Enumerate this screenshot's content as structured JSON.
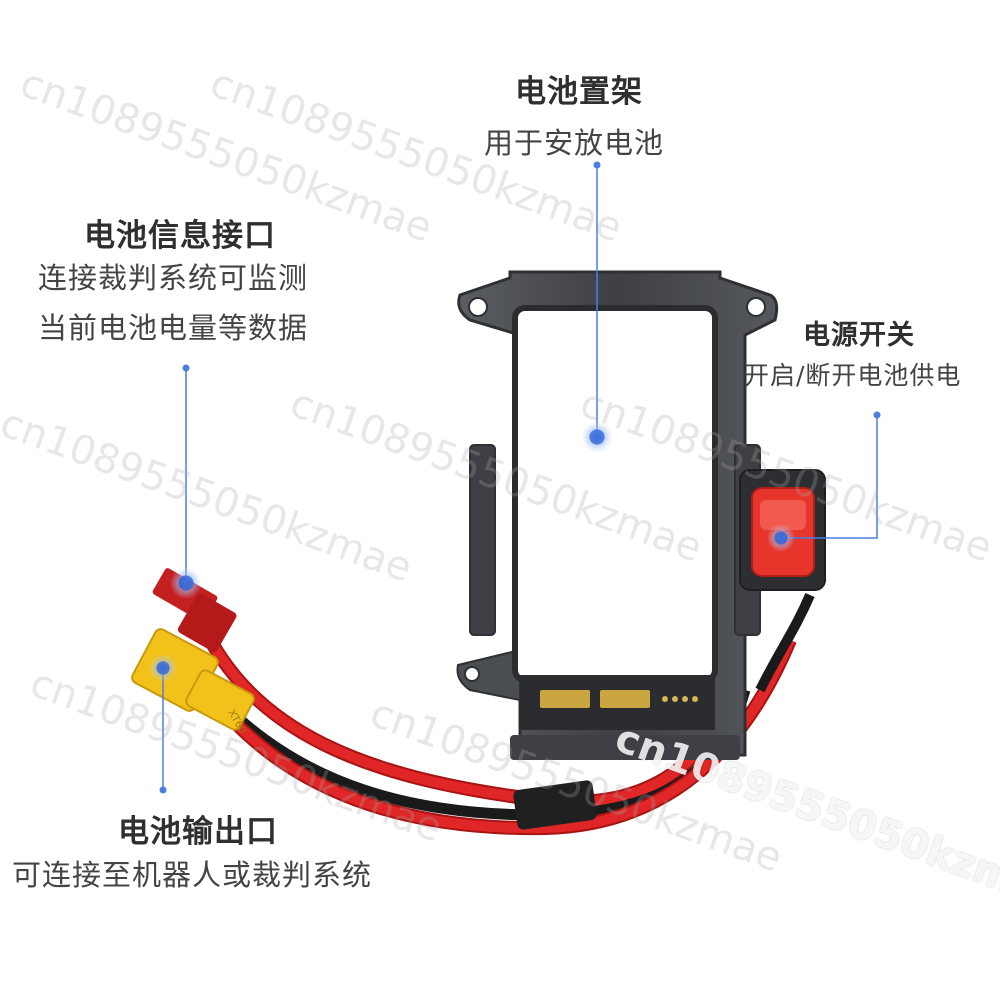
{
  "callouts": {
    "holder": {
      "title": "电池置架",
      "desc": "用于安放电池"
    },
    "info_port": {
      "title": "电池信息接口",
      "desc_lines": [
        "连接裁判系统可监测",
        "当前电池电量等数据"
      ]
    },
    "power_switch": {
      "title": "电源开关",
      "desc": "开启/断开电池供电"
    },
    "output_port": {
      "title": "电池输出口",
      "desc": "可连接至机器人或裁判系统"
    }
  },
  "connector_label": "XT60",
  "watermark": "cn1089555050kzmae",
  "colors": {
    "accent_dot": "#4a7fe0",
    "frame": "#4a4d52",
    "cable_red": "#d81e1e",
    "switch_red": "#e8352b",
    "connector_yellow": "#f2c21b"
  }
}
